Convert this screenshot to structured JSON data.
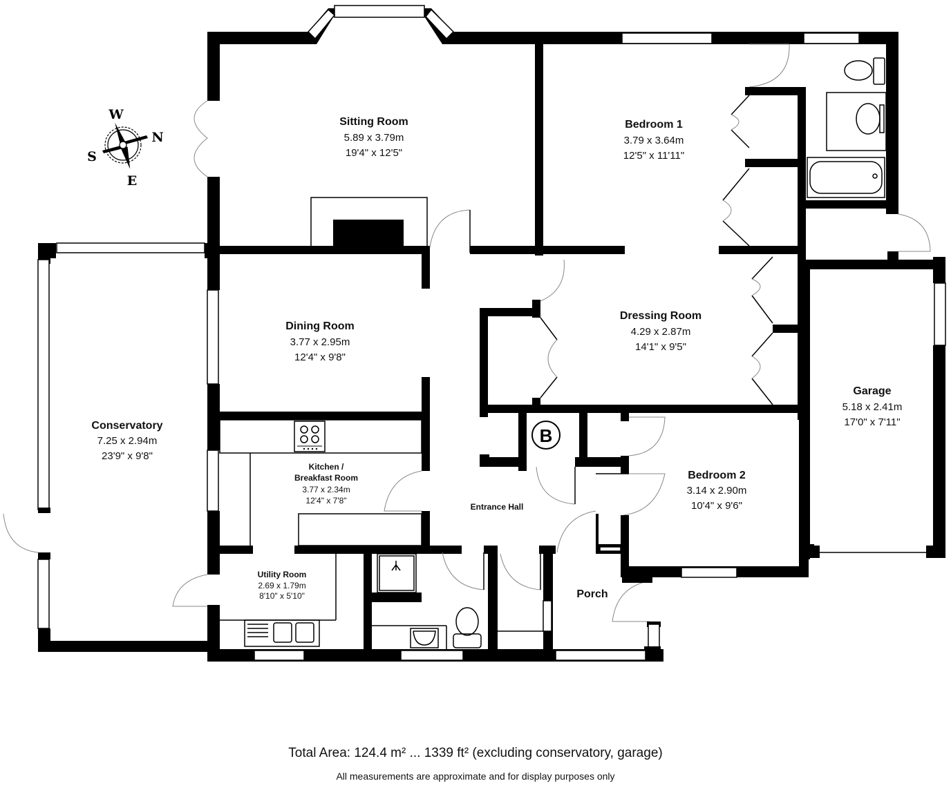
{
  "compass": {
    "north": "N",
    "south": "S",
    "east": "E",
    "west": "W"
  },
  "rooms": {
    "sitting_room": {
      "name": "Sitting Room",
      "metric": "5.89 x 3.79m",
      "imperial": "19'4\" x 12'5\""
    },
    "bedroom_1": {
      "name": "Bedroom 1",
      "metric": "3.79 x 3.64m",
      "imperial": "12'5\" x 11'11\""
    },
    "dining_room": {
      "name": "Dining Room",
      "metric": "3.77 x 2.95m",
      "imperial": "12'4\" x 9'8\""
    },
    "dressing_room": {
      "name": "Dressing Room",
      "metric": "4.29 x 2.87m",
      "imperial": "14'1\" x 9'5\""
    },
    "conservatory": {
      "name": "Conservatory",
      "metric": "7.25 x 2.94m",
      "imperial": "23'9\" x 9'8\""
    },
    "kitchen": {
      "name_line1": "Kitchen /",
      "name_line2": "Breakfast Room",
      "metric": "3.77 x 2.34m",
      "imperial": "12'4\" x 7'8\""
    },
    "garage": {
      "name": "Garage",
      "metric": "5.18 x 2.41m",
      "imperial": "17'0\" x 7'11\""
    },
    "bedroom_2": {
      "name": "Bedroom 2",
      "metric": "3.14 x 2.90m",
      "imperial": "10'4\" x 9'6\""
    },
    "entrance_hall": {
      "name": "Entrance Hall"
    },
    "utility_room": {
      "name": "Utility Room",
      "metric": "2.69 x 1.79m",
      "imperial": "8'10\" x 5'10\""
    },
    "porch": {
      "name": "Porch"
    }
  },
  "boiler_label": "B",
  "footer": {
    "total_area": "Total Area: 124.4 m² ... 1339 ft² (excluding conservatory, garage)",
    "disclaimer": "All measurements are approximate and for display purposes only"
  }
}
